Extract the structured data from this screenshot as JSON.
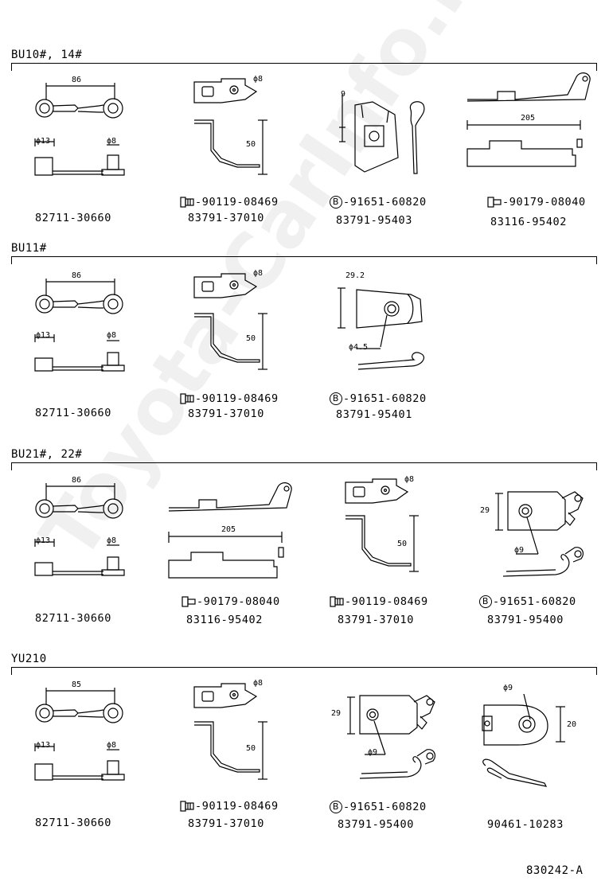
{
  "watermark": "Toyota-CarInfo.ru",
  "footer_code": "830242-A",
  "sections": {
    "s1": {
      "title": "BU10#, 14#",
      "p1": {
        "dim_len": "86",
        "dim_d1": "ϕ13",
        "dim_d2": "ϕ8",
        "pn": "82711-30660"
      },
      "p2": {
        "dim_d": "ϕ8",
        "dim_h": "50",
        "bolt": "-90119-08469",
        "pn": "83791-37010"
      },
      "p3": {
        "dim_h": "9",
        "bolt_letter": "B",
        "bolt": "-91651-60820",
        "pn": "83791-95403"
      },
      "p4": {
        "dim_len": "205",
        "bolt": "-90179-08040",
        "pn": "83116-95402"
      }
    },
    "s2": {
      "title": "BU11#",
      "p1": {
        "dim_len": "86",
        "dim_d1": "ϕ13",
        "dim_d2": "ϕ8",
        "pn": "82711-30660"
      },
      "p2": {
        "dim_d": "ϕ8",
        "dim_h": "50",
        "bolt": "-90119-08469",
        "pn": "83791-37010"
      },
      "p3": {
        "dim_h": "29.2",
        "dim_d": "ϕ4.5",
        "bolt_letter": "B",
        "bolt": "-91651-60820",
        "pn": "83791-95401"
      }
    },
    "s3": {
      "title": "BU21#, 22#",
      "p1": {
        "dim_len": "86",
        "dim_d1": "ϕ13",
        "dim_d2": "ϕ8",
        "pn": "82711-30660"
      },
      "p2": {
        "dim_len": "205",
        "bolt": "-90179-08040",
        "pn": "83116-95402"
      },
      "p3": {
        "dim_d": "ϕ8",
        "dim_h": "50",
        "bolt": "-90119-08469",
        "pn": "83791-37010"
      },
      "p4": {
        "dim_h": "29",
        "dim_d": "ϕ9",
        "bolt_letter": "B",
        "bolt": "-91651-60820",
        "pn": "83791-95400"
      }
    },
    "s4": {
      "title": "YU210",
      "p1": {
        "dim_len": "85",
        "dim_d1": "ϕ13",
        "dim_d2": "ϕ8",
        "pn": "82711-30660"
      },
      "p2": {
        "dim_d": "ϕ8",
        "dim_h": "50",
        "bolt": "-90119-08469",
        "pn": "83791-37010"
      },
      "p3": {
        "dim_h": "29",
        "dim_d": "ϕ9",
        "bolt_letter": "B",
        "bolt": "-91651-60820",
        "pn": "83791-95400"
      },
      "p4": {
        "dim_d": "ϕ9",
        "dim_h": "20",
        "pn": "90461-10283"
      }
    }
  }
}
